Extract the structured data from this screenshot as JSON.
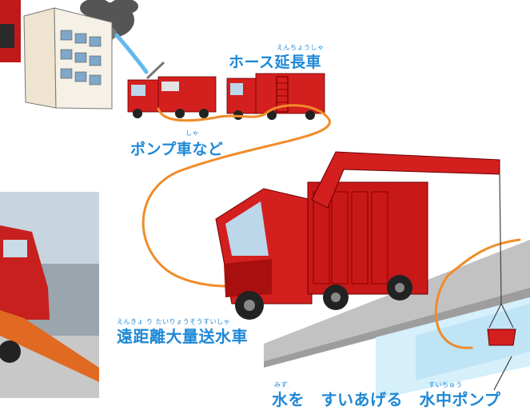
{
  "labels": {
    "hose_truck_ruby": "えんちょうしゃ",
    "hose_truck": "ホース延長車",
    "pump_truck_ruby": "しゃ",
    "pump_truck": "ポンプ車など",
    "long_distance_ruby": "えんきょ り たいりょうそうすいしゃ",
    "long_distance": "遠距離大量送水車",
    "water_ruby": "みず",
    "suction_ruby": "すいちゅう",
    "suction": "水を　すいあげる　水中ポンプ"
  },
  "colors": {
    "truck_red": "#d41f1f",
    "hose_orange": "#f08c2a",
    "water_blue": "#3aa6e0",
    "label_blue": "#1e88d6"
  }
}
